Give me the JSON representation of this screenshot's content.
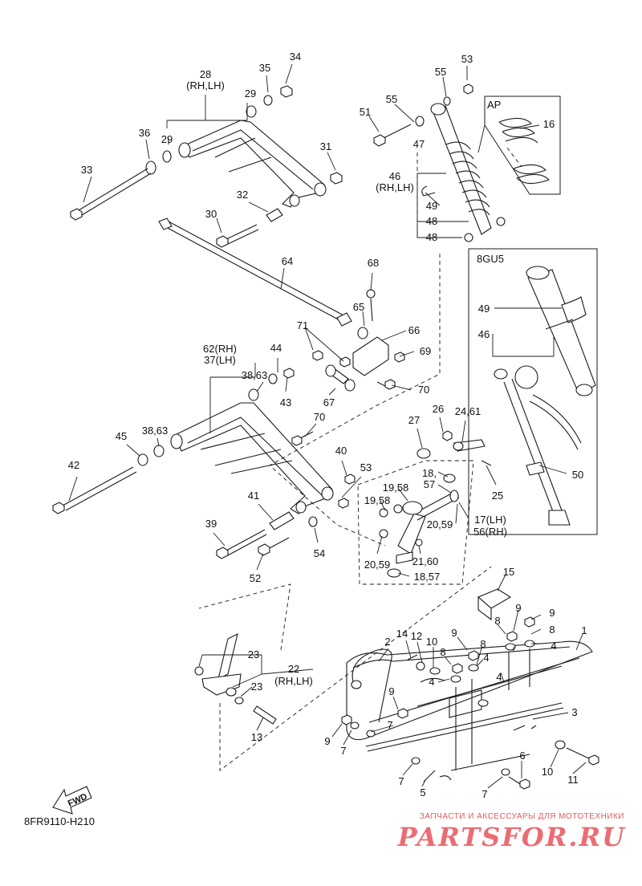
{
  "callouts": [
    {
      "id": "c28",
      "text": "28"
    },
    {
      "id": "c28s",
      "text": "(RH,LH)"
    },
    {
      "id": "c29a",
      "text": "29"
    },
    {
      "id": "c29b",
      "text": "29"
    },
    {
      "id": "c35",
      "text": "35"
    },
    {
      "id": "c34",
      "text": "34"
    },
    {
      "id": "c36",
      "text": "36"
    },
    {
      "id": "c31",
      "text": "31"
    },
    {
      "id": "c33",
      "text": "33"
    },
    {
      "id": "c32",
      "text": "32"
    },
    {
      "id": "c30",
      "text": "30"
    },
    {
      "id": "c53a",
      "text": "53"
    },
    {
      "id": "c55a",
      "text": "55"
    },
    {
      "id": "c55b",
      "text": "55"
    },
    {
      "id": "c51",
      "text": "51"
    },
    {
      "id": "c47",
      "text": "47"
    },
    {
      "id": "c46a",
      "text": "46"
    },
    {
      "id": "c46s",
      "text": "(RH,LH)"
    },
    {
      "id": "c49a",
      "text": "49"
    },
    {
      "id": "c48a",
      "text": "48"
    },
    {
      "id": "c48b",
      "text": "48"
    },
    {
      "id": "c16",
      "text": "16"
    },
    {
      "id": "c64",
      "text": "64"
    },
    {
      "id": "c68",
      "text": "68"
    },
    {
      "id": "c65",
      "text": "65"
    },
    {
      "id": "c66",
      "text": "66"
    },
    {
      "id": "c71",
      "text": "71"
    },
    {
      "id": "c69",
      "text": "69"
    },
    {
      "id": "c62",
      "text": "62(RH)"
    },
    {
      "id": "c37",
      "text": "37(LH)"
    },
    {
      "id": "c44",
      "text": "44"
    },
    {
      "id": "c3863a",
      "text": "38,63"
    },
    {
      "id": "c43",
      "text": "43"
    },
    {
      "id": "c67",
      "text": "67"
    },
    {
      "id": "c70a",
      "text": "70"
    },
    {
      "id": "c70b",
      "text": "70"
    },
    {
      "id": "c45",
      "text": "45"
    },
    {
      "id": "c3863b",
      "text": "38,63"
    },
    {
      "id": "c42",
      "text": "42"
    },
    {
      "id": "c27",
      "text": "27"
    },
    {
      "id": "c26",
      "text": "26"
    },
    {
      "id": "c2461",
      "text": "24,61"
    },
    {
      "id": "c40",
      "text": "40"
    },
    {
      "id": "c53b",
      "text": "53"
    },
    {
      "id": "c1857a",
      "text": "18,"
    },
    {
      "id": "c57",
      "text": "57"
    },
    {
      "id": "c1958a",
      "text": "19,58"
    },
    {
      "id": "c1958b",
      "text": "19,58"
    },
    {
      "id": "c25",
      "text": "25"
    },
    {
      "id": "c41",
      "text": "41"
    },
    {
      "id": "c2059a",
      "text": "20,59"
    },
    {
      "id": "c17",
      "text": "17(LH)"
    },
    {
      "id": "c56",
      "text": "56(RH)"
    },
    {
      "id": "c39",
      "text": "39"
    },
    {
      "id": "c2160",
      "text": "21,60"
    },
    {
      "id": "c54",
      "text": "54"
    },
    {
      "id": "c2059b",
      "text": "20,59"
    },
    {
      "id": "c1857b",
      "text": "18,57"
    },
    {
      "id": "c52",
      "text": "52"
    },
    {
      "id": "c49b",
      "text": "49"
    },
    {
      "id": "c46b",
      "text": "46"
    },
    {
      "id": "c50",
      "text": "50"
    },
    {
      "id": "c15",
      "text": "15"
    },
    {
      "id": "c9a",
      "text": "9"
    },
    {
      "id": "c9b",
      "text": "9"
    },
    {
      "id": "c8a",
      "text": "8"
    },
    {
      "id": "c8b",
      "text": "8"
    },
    {
      "id": "c4a",
      "text": "4"
    },
    {
      "id": "c1",
      "text": "1"
    },
    {
      "id": "c14",
      "text": "14"
    },
    {
      "id": "c12",
      "text": "12"
    },
    {
      "id": "c10a",
      "text": "10"
    },
    {
      "id": "c9c",
      "text": "9"
    },
    {
      "id": "c8c",
      "text": "8"
    },
    {
      "id": "c8d",
      "text": "8"
    },
    {
      "id": "c2",
      "text": "2"
    },
    {
      "id": "c4b",
      "text": "4"
    },
    {
      "id": "c4c",
      "text": "4"
    },
    {
      "id": "c4d",
      "text": "4"
    },
    {
      "id": "c23a",
      "text": "23"
    },
    {
      "id": "c22",
      "text": "22"
    },
    {
      "id": "c22s",
      "text": "(RH,LH)"
    },
    {
      "id": "c23b",
      "text": "23"
    },
    {
      "id": "c9d",
      "text": "9"
    },
    {
      "id": "c7a",
      "text": "7"
    },
    {
      "id": "c3",
      "text": "3"
    },
    {
      "id": "c13",
      "text": "13"
    },
    {
      "id": "c9e",
      "text": "9"
    },
    {
      "id": "c7b",
      "text": "7"
    },
    {
      "id": "c6",
      "text": "6"
    },
    {
      "id": "c10b",
      "text": "10"
    },
    {
      "id": "c11",
      "text": "11"
    },
    {
      "id": "c7c",
      "text": "7"
    },
    {
      "id": "c5",
      "text": "5"
    },
    {
      "id": "c7d",
      "text": "7"
    }
  ],
  "insets": {
    "ap_label": "AP",
    "shock_label": "8GU5"
  },
  "fwd_label": "FWD",
  "diagram_code": "8FR9110-H210",
  "watermark": {
    "subtitle": "ЗАПЧАСТИ И АКСЕССУАРЫ ДЛЯ МОТОТЕХНИКИ",
    "brand": "PARTSFOR.RU"
  }
}
